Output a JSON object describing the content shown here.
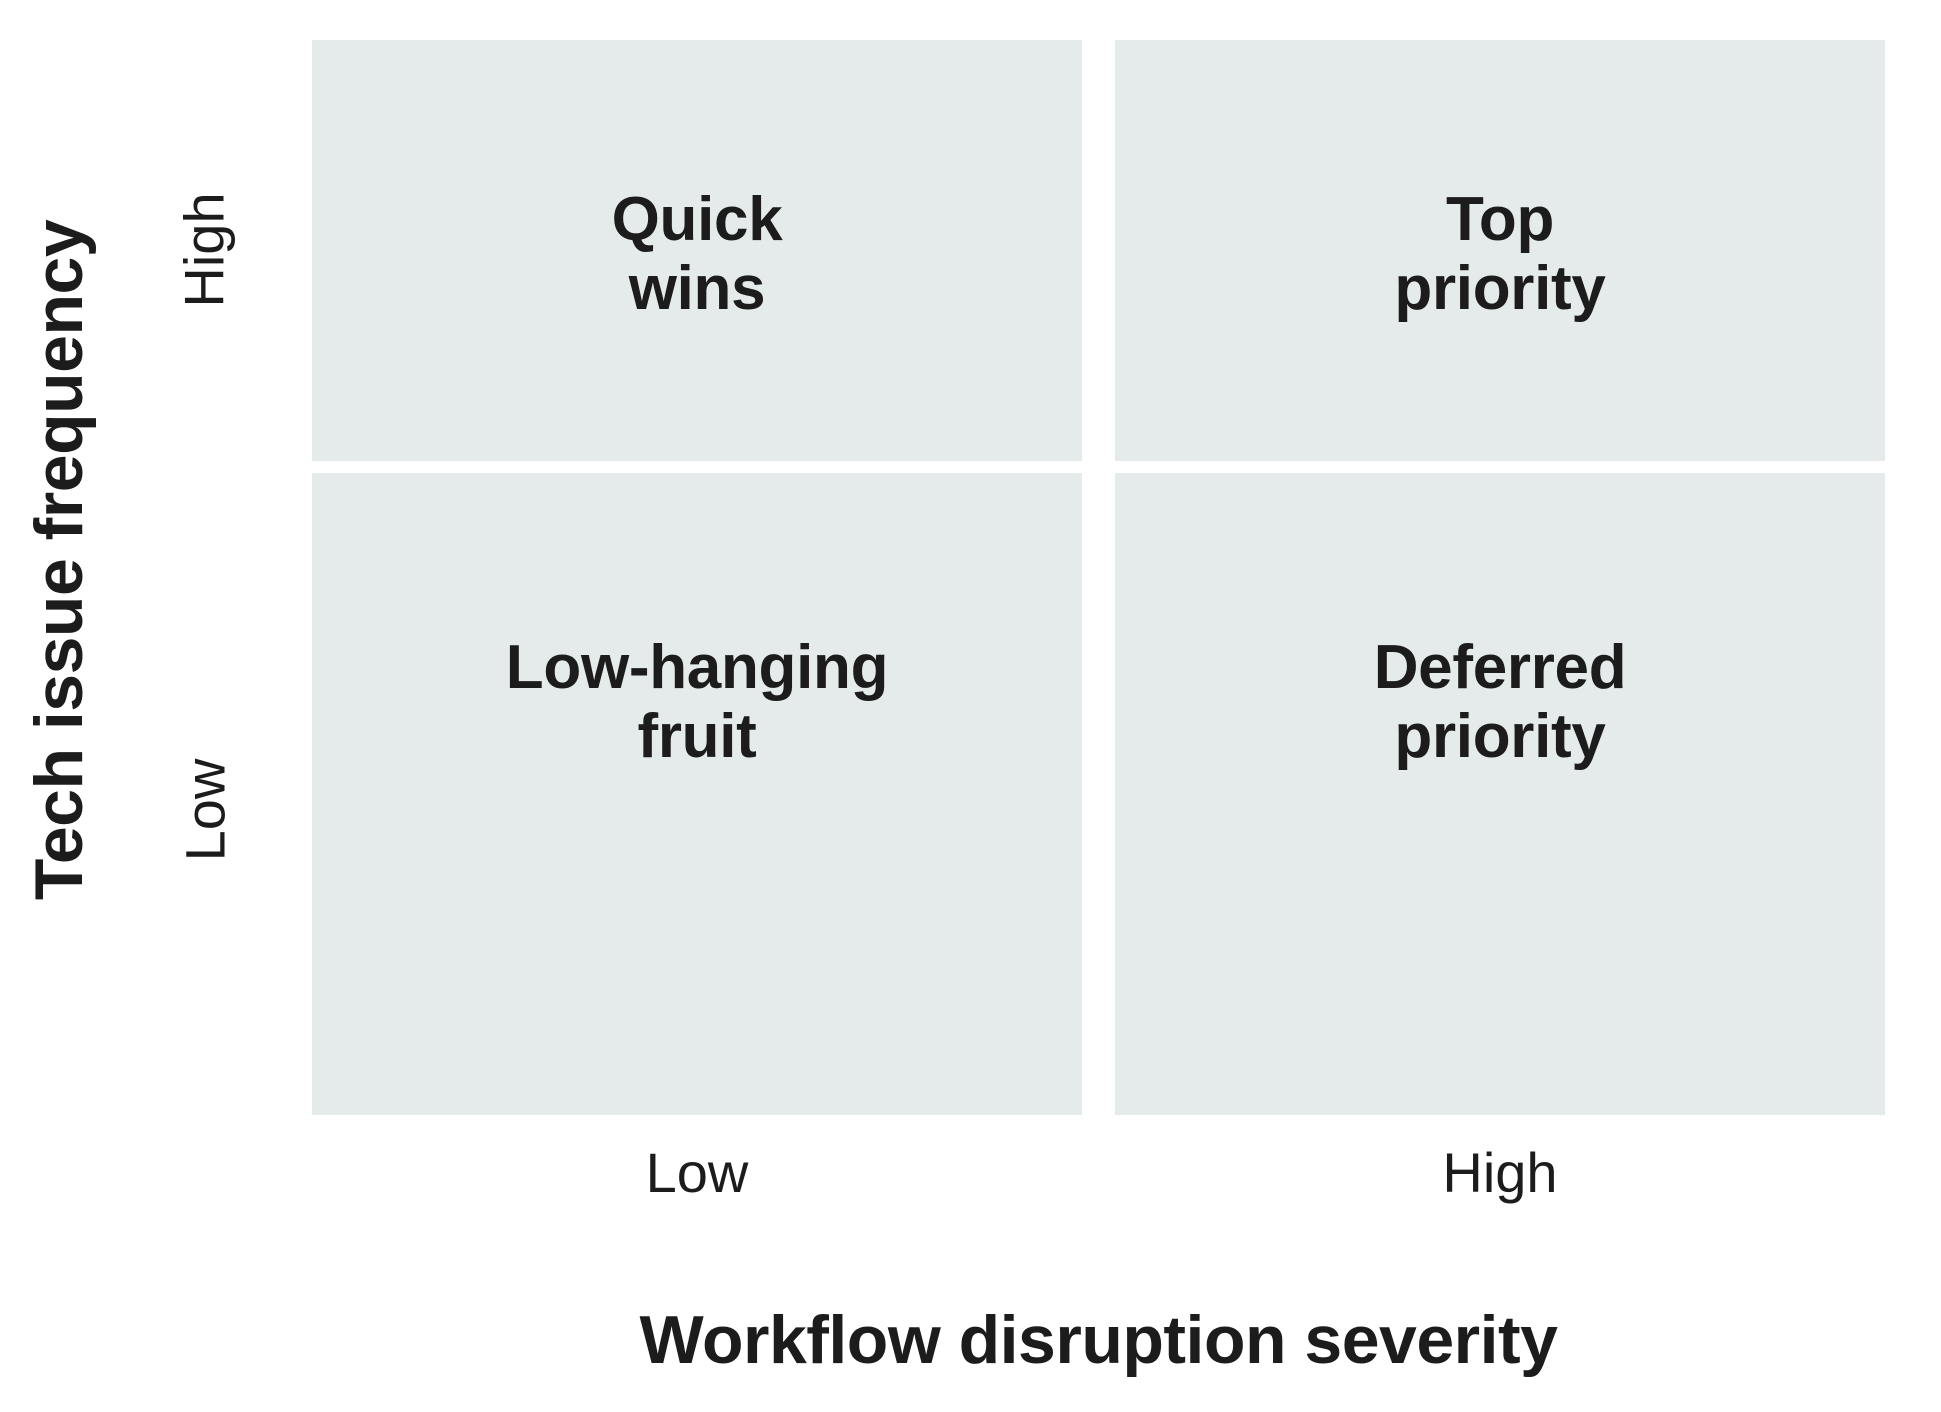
{
  "chart_data": {
    "type": "table",
    "title": "",
    "xlabel": "Workflow disruption severity",
    "ylabel": "Tech issue frequency",
    "x_categories": [
      "Low",
      "High"
    ],
    "y_categories": [
      "High",
      "Low"
    ],
    "grid": false,
    "legend": "none",
    "cells": [
      {
        "row": "High",
        "column": "Low",
        "label": "Quick\nwins"
      },
      {
        "row": "High",
        "column": "High",
        "label": "Top\npriority"
      },
      {
        "row": "Low",
        "column": "Low",
        "label": "Low-hanging\nfruit"
      },
      {
        "row": "Low",
        "column": "High",
        "label": "Deferred\npriority"
      }
    ],
    "colors": {
      "cell_fill": "#e4ebea",
      "text": "#1c1c1c",
      "background": "#ffffff"
    }
  },
  "axes": {
    "y": {
      "title": "Tech issue frequency",
      "ticks": [
        {
          "label": "High"
        },
        {
          "label": "Low"
        }
      ]
    },
    "x": {
      "title": "Workflow disruption severity",
      "ticks": [
        {
          "label": "Low"
        },
        {
          "label": "High"
        }
      ]
    }
  },
  "quadrants": [
    {
      "name": "quick-wins",
      "label": "Quick\nwins"
    },
    {
      "name": "top-priority",
      "label": "Top\npriority"
    },
    {
      "name": "low-hanging-fruit",
      "label": "Low-hanging\nfruit"
    },
    {
      "name": "deferred-priority",
      "label": "Deferred\npriority"
    }
  ]
}
